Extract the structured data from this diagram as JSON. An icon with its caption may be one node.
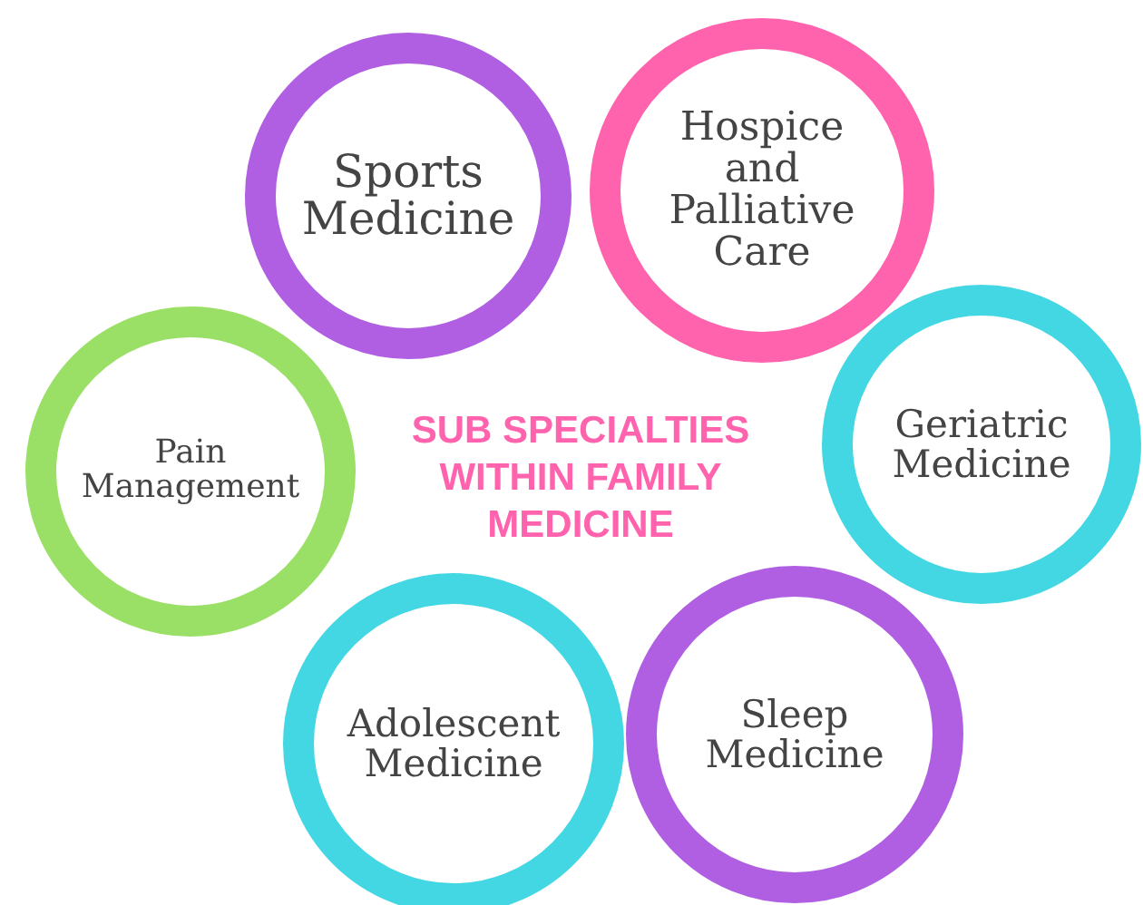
{
  "diagram": {
    "title": "SUB SPECIALTIES WITHIN FAMILY MEDICINE",
    "nodes": [
      {
        "text": [
          "Sports Medicine"
        ]
      },
      {
        "text": [
          "Hospice and Palliative Care"
        ]
      },
      {
        "text": [
          "Pain Management"
        ]
      },
      {
        "text": [
          "Geriatric Medicine"
        ]
      },
      {
        "text": [
          "Adolescent Medicine"
        ]
      },
      {
        "text": [
          "Sleep Medicine"
        ]
      }
    ]
  }
}
